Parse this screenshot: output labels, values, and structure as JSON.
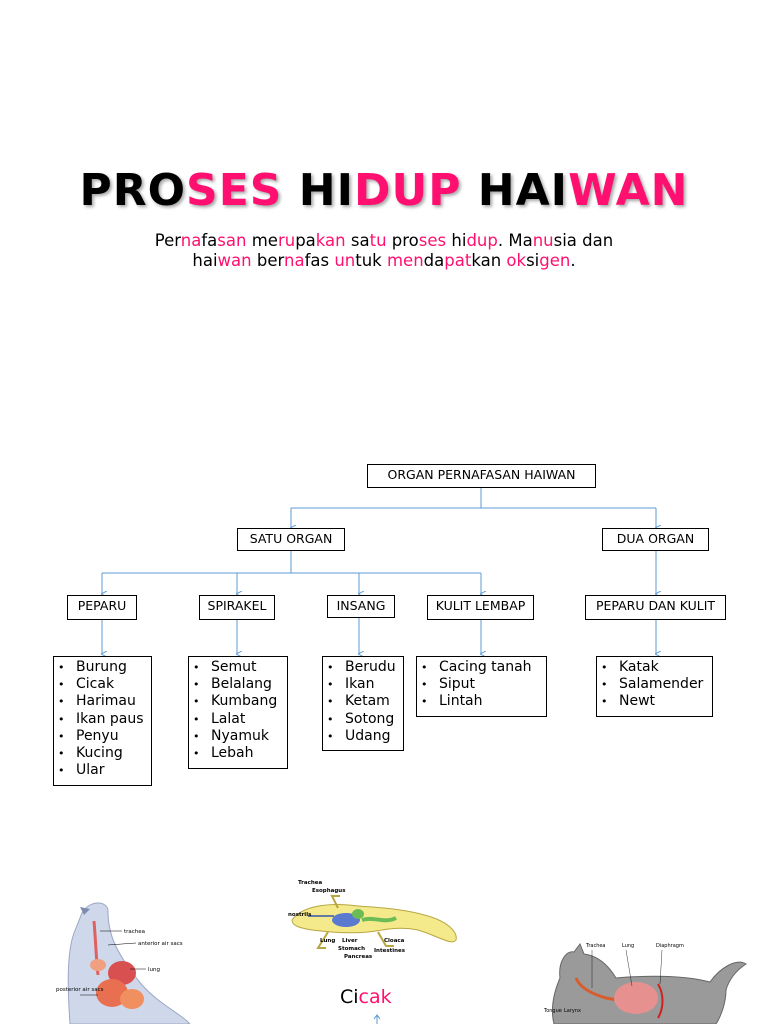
{
  "title": [
    {
      "text": "PRO",
      "pink": false
    },
    {
      "text": "SES",
      "pink": true
    },
    {
      "text": " HI",
      "pink": false
    },
    {
      "text": "DUP",
      "pink": true
    },
    {
      "text": " HAI",
      "pink": false
    },
    {
      "text": "WAN",
      "pink": true
    }
  ],
  "subtitle_line1": [
    {
      "text": "Per",
      "pink": false
    },
    {
      "text": "na",
      "pink": true
    },
    {
      "text": "fa",
      "pink": false
    },
    {
      "text": "san",
      "pink": true
    },
    {
      "text": " me",
      "pink": false
    },
    {
      "text": "ru",
      "pink": true
    },
    {
      "text": "pa",
      "pink": false
    },
    {
      "text": "kan",
      "pink": true
    },
    {
      "text": " sa",
      "pink": false
    },
    {
      "text": "tu",
      "pink": true
    },
    {
      "text": " pro",
      "pink": false
    },
    {
      "text": "ses",
      "pink": true
    },
    {
      "text": " hi",
      "pink": false
    },
    {
      "text": "dup",
      "pink": true
    },
    {
      "text": ". Ma",
      "pink": false
    },
    {
      "text": "nu",
      "pink": true
    },
    {
      "text": "sia dan",
      "pink": false
    }
  ],
  "subtitle_line2": [
    {
      "text": "hai",
      "pink": false
    },
    {
      "text": "wan",
      "pink": true
    },
    {
      "text": " ber",
      "pink": false
    },
    {
      "text": "na",
      "pink": true
    },
    {
      "text": "fas ",
      "pink": false
    },
    {
      "text": "un",
      "pink": true
    },
    {
      "text": "tuk ",
      "pink": false
    },
    {
      "text": "men",
      "pink": true
    },
    {
      "text": "da",
      "pink": false
    },
    {
      "text": "pat",
      "pink": true
    },
    {
      "text": "kan ",
      "pink": false
    },
    {
      "text": "ok",
      "pink": true
    },
    {
      "text": "si",
      "pink": false
    },
    {
      "text": "gen",
      "pink": true
    },
    {
      "text": ".",
      "pink": false
    }
  ],
  "diagram": {
    "root": "ORGAN PERNAFASAN HAIWAN",
    "satu_organ": "SATU ORGAN",
    "dua_organ": "DUA ORGAN",
    "peparu": "PEPARU",
    "spirakel": "SPIRAKEL",
    "insang": "INSANG",
    "kulit_lembap": "KULIT LEMBAP",
    "peparu_dan_kulit": "PEPARU DAN KULIT",
    "peparu_list": [
      "Burung",
      "Cicak",
      "Harimau",
      "Ikan paus",
      "Penyu",
      "Kucing",
      "Ular"
    ],
    "spirakel_list": [
      "Semut",
      "Belalang",
      "Kumbang",
      "Lalat",
      "Nyamuk",
      "Lebah"
    ],
    "insang_list": [
      "Berudu",
      "Ikan",
      "Ketam",
      "Sotong",
      "Udang"
    ],
    "kulit_list": [
      "Cacing tanah",
      "Siput",
      "Lintah"
    ],
    "peparu_kulit_list": [
      "Katak",
      "Salamender",
      "Newt"
    ]
  },
  "images": {
    "bird_labels": [
      "trachea",
      "anterior air sacs",
      "lung",
      "posterior air sacs"
    ],
    "lizard_labels": [
      "Trachea",
      "Esophagus",
      "nostrils",
      "Lung",
      "Liver",
      "Stomach",
      "Pancreas",
      "Cloaca",
      "Intestines"
    ],
    "cat_labels": [
      "Trachea",
      "Lung",
      "Diaphragm",
      "Tongue",
      "Larynx"
    ],
    "caption": [
      {
        "text": "Ci",
        "pink": false
      },
      {
        "text": "cak",
        "pink": true
      }
    ]
  },
  "colors": {
    "accent_pink": "#ff0f6f",
    "connector_blue": "#5b9bd5"
  }
}
